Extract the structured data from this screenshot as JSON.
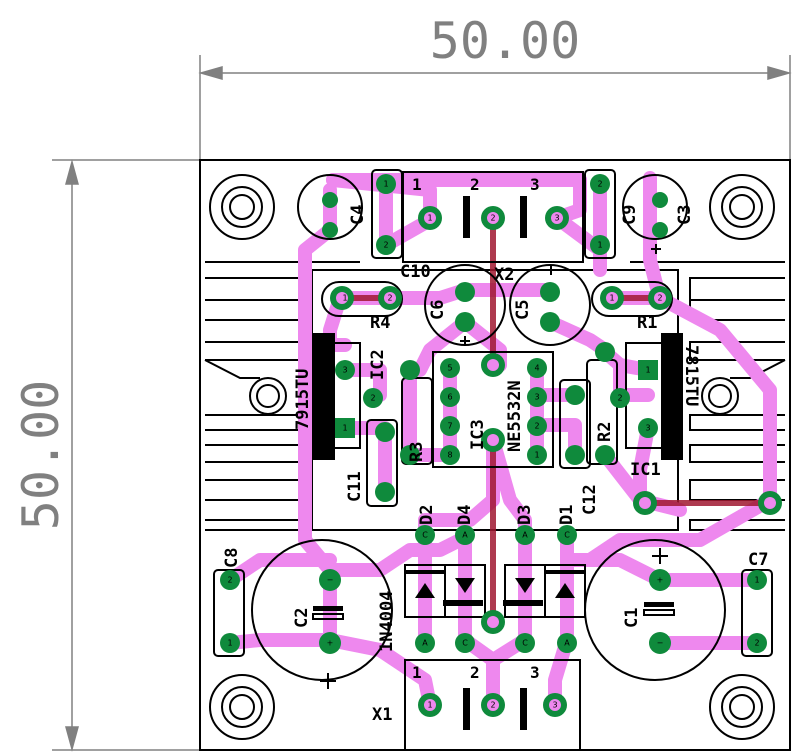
{
  "dimensions": {
    "width_label": "50.00",
    "height_label": "50.00"
  },
  "components": {
    "c4": "C4",
    "c9": "C9",
    "c3": "C3",
    "c10": "C10",
    "c6": "C6",
    "c5": "C5",
    "x2": "X2",
    "r4": "R4",
    "r1": "R1",
    "ic2": "IC2",
    "ic2_part": "7915TU",
    "ic1": "IC1",
    "ic1_part": "7815TU",
    "ic3": "IC3",
    "ic3_part": "NE5532N",
    "r3": "R3",
    "r2": "R2",
    "c11": "C11",
    "c12": "C12",
    "d1": "D1",
    "d2": "D2",
    "d3": "D3",
    "d4": "D4",
    "c8": "C8",
    "c7": "C7",
    "c2": "C2",
    "c1": "C1",
    "diode_part": "1N4004",
    "x1": "X1"
  },
  "connectors": {
    "x2_pins": [
      "1",
      "2",
      "3"
    ],
    "x1_pins": [
      "1",
      "2",
      "3"
    ]
  },
  "colors": {
    "board_outline": "#000000",
    "trace_top": "#ee88ee",
    "trace_bottom": "#a01830",
    "pad": "#0f8a3c",
    "dimension": "#808080"
  }
}
